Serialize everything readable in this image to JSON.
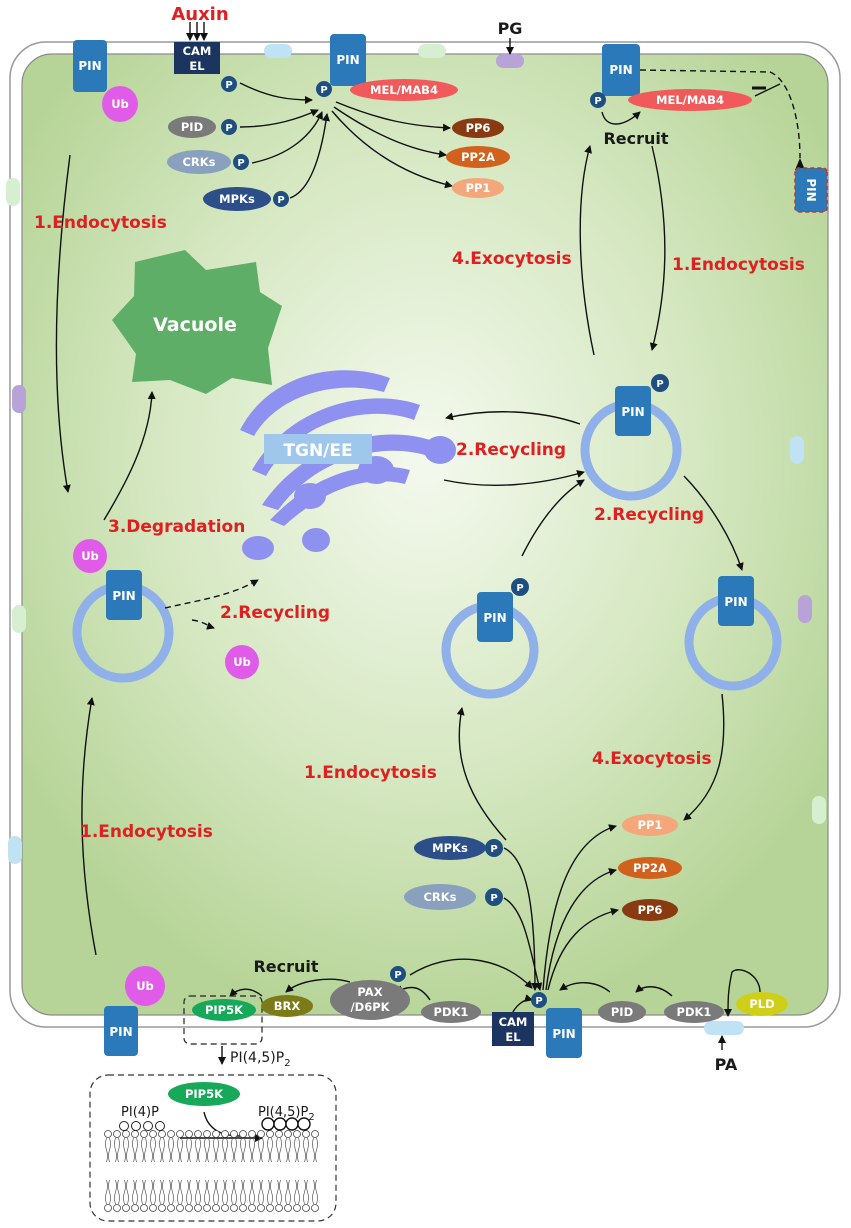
{
  "labels": {
    "auxin": "Auxin",
    "pg": "PG",
    "pa": "PA",
    "vacuole": "Vacuole",
    "tgn": "TGN/EE",
    "recruit_top": "Recruit",
    "recruit_bottom": "Recruit",
    "endocytosis_top_left": "1.Endocytosis",
    "endocytosis_top_right": "1.Endocytosis",
    "endocytosis_mid": "1.Endocytosis",
    "endocytosis_bottom_left": "1.Endocytosis",
    "exocytosis_top": "4.Exocytosis",
    "exocytosis_bottom": "4.Exocytosis",
    "recycling_tgn": "2.Recycling",
    "recycling_right": "2.Recycling",
    "recycling_left": "2.Recycling",
    "degradation": "3.Degradation",
    "pi45p2_arrow": "PI(4,5)P",
    "pi4p": "PI(4)P",
    "pi45p2_inset": "PI(4,5)P",
    "subscript_2": "2"
  },
  "nodes": {
    "pin": "PIN",
    "p": "P",
    "ub": "Ub",
    "camel_line1": "CAM",
    "camel_line2": "EL",
    "mel_mab4": "MEL/MAB4",
    "pid": "PID",
    "crks": "CRKs",
    "mpks": "MPKs",
    "pp6": "PP6",
    "pp2a": "PP2A",
    "pp1": "PP1",
    "pip5k": "PIP5K",
    "brx": "BRX",
    "pax_line1": "PAX",
    "pax_line2": "/D6PK",
    "pdk1": "PDK1",
    "pld": "PLD"
  },
  "colors": {
    "cell_fill": "#b9d79a",
    "cell_center": "#eef6e6",
    "vacuole": "#5fae68",
    "golgi": "#8e91f0",
    "pin": "#2b79b8",
    "p_badge": "#1f4f80",
    "ub": "#e05ce8",
    "mel": "#f05a5a",
    "grey_kinase": "#7a7a7a",
    "crks": "#8aa0bf",
    "mpks": "#2c4f8a",
    "pp6": "#8a3a10",
    "pp2a": "#d0621e",
    "pp1": "#f4a77a",
    "pip5k": "#17a85a",
    "brx": "#7d7a18",
    "pld": "#cfcf1a",
    "camel": "#1c3560",
    "vesicle": "#8fb0e8",
    "label_red": "#e02020"
  }
}
